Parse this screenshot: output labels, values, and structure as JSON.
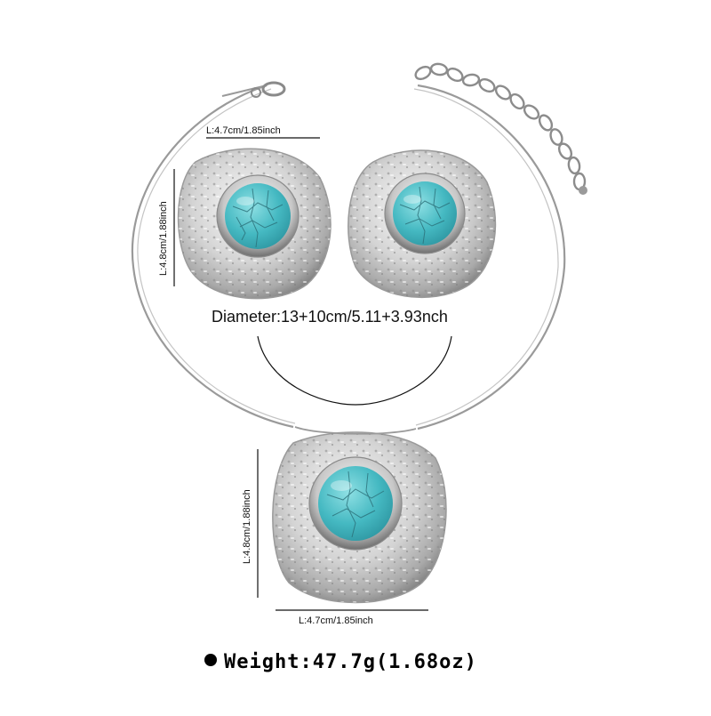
{
  "product": {
    "earring_width_label": "L:4.7cm/1.85inch",
    "earring_height_label": "L:4.8cm/1.88inch",
    "diameter_label": "Diameter:13+10cm/5.11+3.93nch",
    "pendant_height_label": "L:4.8cm/1.88inch",
    "pendant_width_label": "L:4.7cm/1.85inch",
    "weight_label": "Weight:47.7g(1.68oz)"
  },
  "colors": {
    "silver": "#d9d9d9",
    "silver_dark": "#6f6f6f",
    "turquoise": "#3fb6c0",
    "turquoise_light": "#7dd6dc",
    "crack": "#2b6f78"
  }
}
